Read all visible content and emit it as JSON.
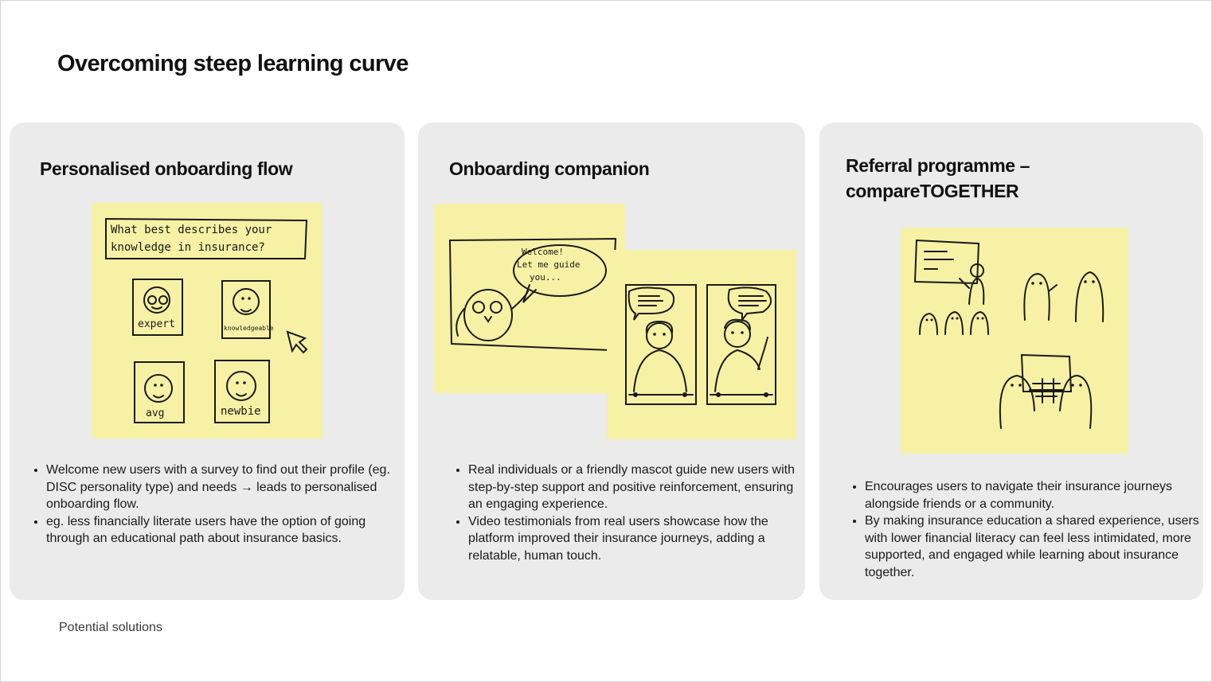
{
  "page": {
    "title": "Overcoming steep learning curve",
    "footer": "Potential solutions"
  },
  "cards": [
    {
      "heading": "Personalised onboarding flow",
      "sketch_text": {
        "question_line1": "What best describes your",
        "question_line2": "knowledge in insurance?",
        "options": [
          "expert",
          "knowledgeable",
          "avg",
          "newbie"
        ]
      },
      "bullets": [
        "Welcome new users with a survey to find out their profile (eg. DISC personality type) and needs → leads to personalised onboarding flow.",
        "eg. less financially literate users have the option of going through an educational path about insurance basics."
      ]
    },
    {
      "heading": "Onboarding companion",
      "sketch_text": {
        "speech_line1": "Welcome!",
        "speech_line2": "Let me guide",
        "speech_line3": "you..."
      },
      "bullets": [
        "Real individuals or a friendly mascot guide new users with step-by-step support and positive reinforcement, ensuring an engaging experience.",
        "Video testimonials from real users showcase how the platform improved their insurance journeys, adding a relatable, human touch."
      ]
    },
    {
      "heading_line1": "Referral programme –",
      "heading_line2": "compareTOGETHER",
      "bullets": [
        "Encourages users to navigate their insurance journeys alongside friends or a community.",
        "By making insurance education a shared experience, users with lower financial literacy can feel less intimidated, more supported, and engaged while learning about insurance together."
      ]
    }
  ],
  "colors": {
    "card_bg": "#ebebeb",
    "sticky_note": "#f6f1a4",
    "ink": "#1a1a1a"
  }
}
